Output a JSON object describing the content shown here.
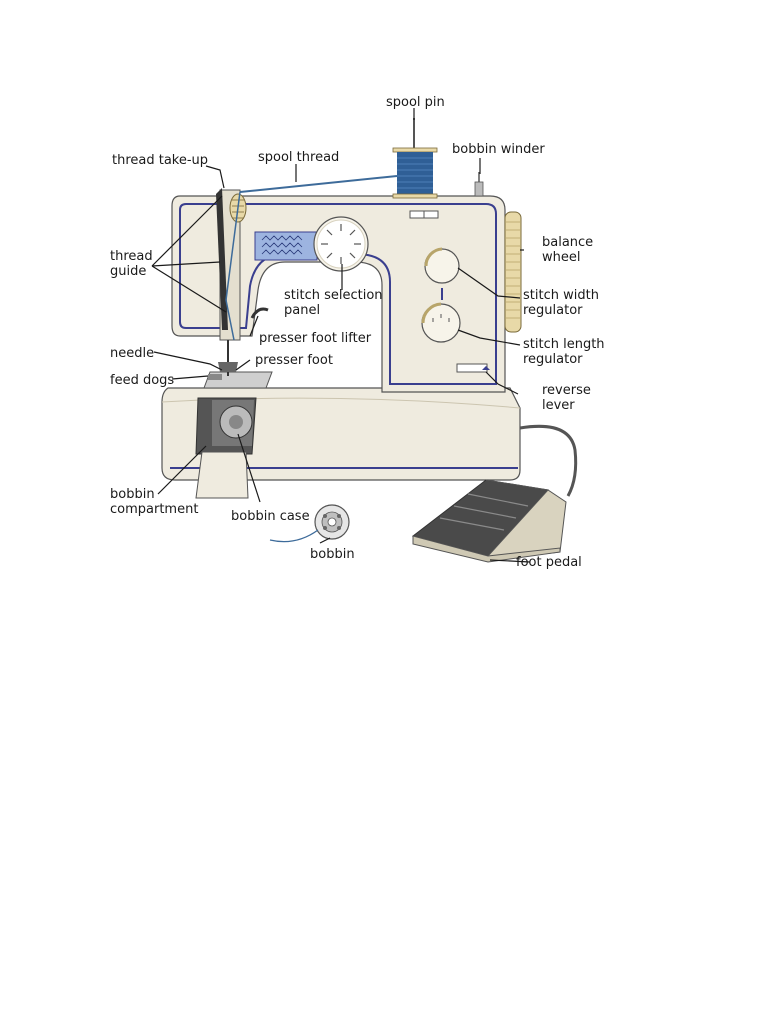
{
  "diagram": {
    "labels": {
      "spool_pin": "spool pin",
      "bobbin_winder": "bobbin winder",
      "thread_take_up": "thread take-up",
      "spool_thread": "spool thread",
      "thread_guide_1": "thread",
      "thread_guide_2": "guide",
      "balance_wheel_1": "balance",
      "balance_wheel_2": "wheel",
      "stitch_selection_1": "stitch selection",
      "stitch_selection_2": "panel",
      "stitch_width_1": "stitch width",
      "stitch_width_2": "regulator",
      "presser_foot_lifter": "presser foot lifter",
      "needle": "needle",
      "presser_foot": "presser foot",
      "stitch_length_1": "stitch length",
      "stitch_length_2": "regulator",
      "feed_dogs": "feed dogs",
      "reverse_lever_1": "reverse",
      "reverse_lever_2": "lever",
      "bobbin_compartment_1": "bobbin",
      "bobbin_compartment_2": "compartment",
      "bobbin_case": "bobbin case",
      "bobbin": "bobbin",
      "foot_pedal": "foot pedal"
    }
  },
  "colors": {
    "body": "#efebdf",
    "body_shadow": "#ddd7c4",
    "trim": "#3a3f8f",
    "thread": "#3d6b9a",
    "spool": "#2f5f96",
    "panel": "#9db4e0",
    "pedal_top": "#4a4a4a",
    "pedal_side": "#d9d3bf",
    "outline": "#555555"
  }
}
